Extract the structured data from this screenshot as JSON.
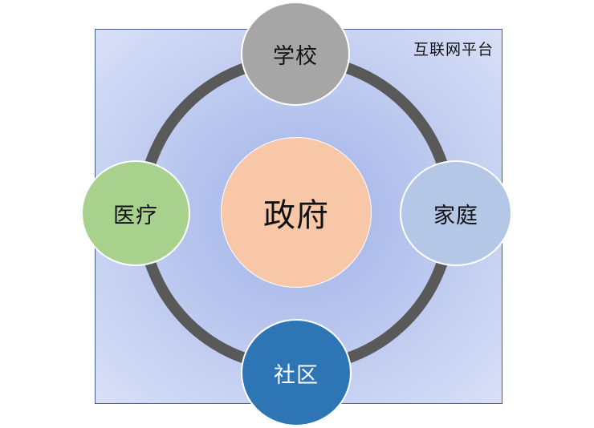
{
  "diagram": {
    "platform_label": "互联网平台",
    "center": {
      "label": "政府",
      "color": "#f7c7a8"
    },
    "nodes": [
      {
        "id": "school",
        "label": "学校",
        "color": "#a6a6a6"
      },
      {
        "id": "family",
        "label": "家庭",
        "color": "#b4c7e7"
      },
      {
        "id": "medical",
        "label": "医疗",
        "color": "#a9d18e"
      },
      {
        "id": "community",
        "label": "社区",
        "color": "#2e75b6"
      }
    ],
    "ring_color": "#595959",
    "background_color": "#b9c6ee"
  }
}
